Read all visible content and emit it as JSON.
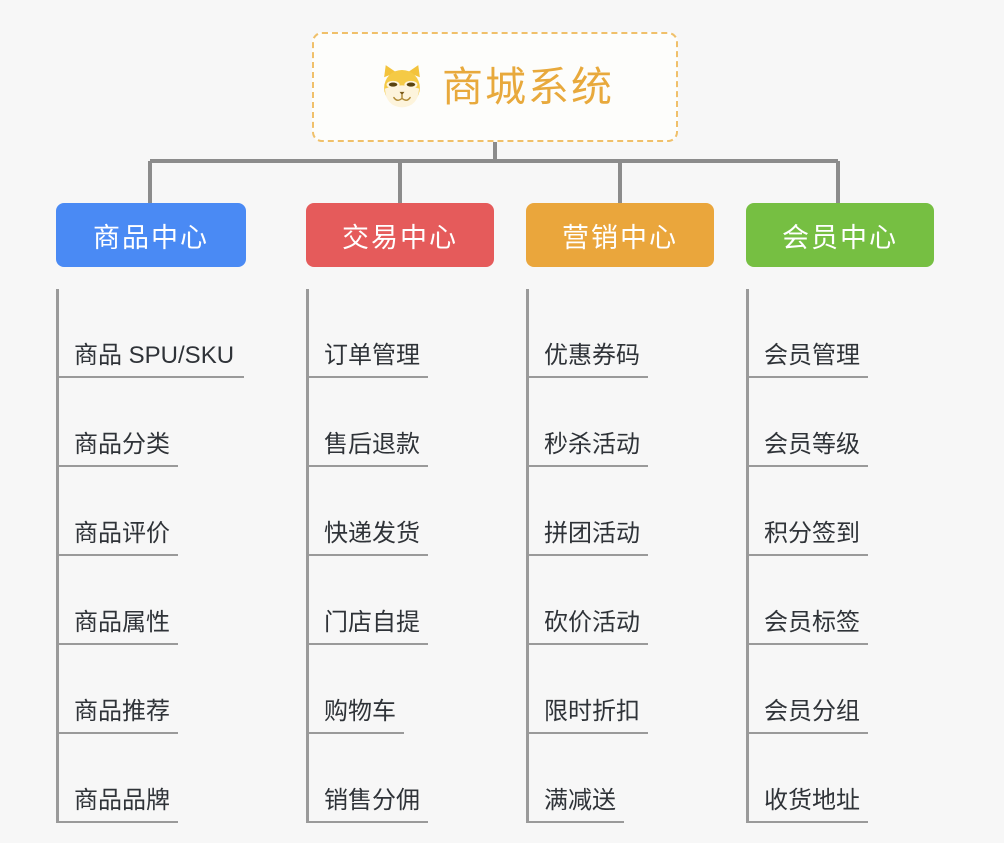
{
  "root": {
    "title": "商城系统",
    "icon": "shiba-dog-face-icon",
    "title_color": "#e8a93c",
    "border_color": "#f0c06a",
    "background": "#fdfdfb"
  },
  "page": {
    "background": "#f7f7f7",
    "connector_color": "#8c8c8c"
  },
  "branches": [
    {
      "label": "商品中心",
      "color": "#4a8af4",
      "items": [
        {
          "label": "商品 SPU/SKU"
        },
        {
          "label": "商品分类"
        },
        {
          "label": "商品评价"
        },
        {
          "label": "商品属性"
        },
        {
          "label": "商品推荐"
        },
        {
          "label": "商品品牌"
        }
      ]
    },
    {
      "label": "交易中心",
      "color": "#e55b5b",
      "items": [
        {
          "label": "订单管理"
        },
        {
          "label": "售后退款"
        },
        {
          "label": "快递发货"
        },
        {
          "label": "门店自提"
        },
        {
          "label": "购物车"
        },
        {
          "label": "销售分佣"
        }
      ]
    },
    {
      "label": "营销中心",
      "color": "#eaa63c",
      "items": [
        {
          "label": "优惠券码"
        },
        {
          "label": "秒杀活动"
        },
        {
          "label": "拼团活动"
        },
        {
          "label": "砍价活动"
        },
        {
          "label": "限时折扣"
        },
        {
          "label": "满减送"
        }
      ]
    },
    {
      "label": "会员中心",
      "color": "#76bf42",
      "items": [
        {
          "label": "会员管理"
        },
        {
          "label": "会员等级"
        },
        {
          "label": "积分签到"
        },
        {
          "label": "会员标签"
        },
        {
          "label": "会员分组"
        },
        {
          "label": "收货地址"
        }
      ]
    }
  ]
}
